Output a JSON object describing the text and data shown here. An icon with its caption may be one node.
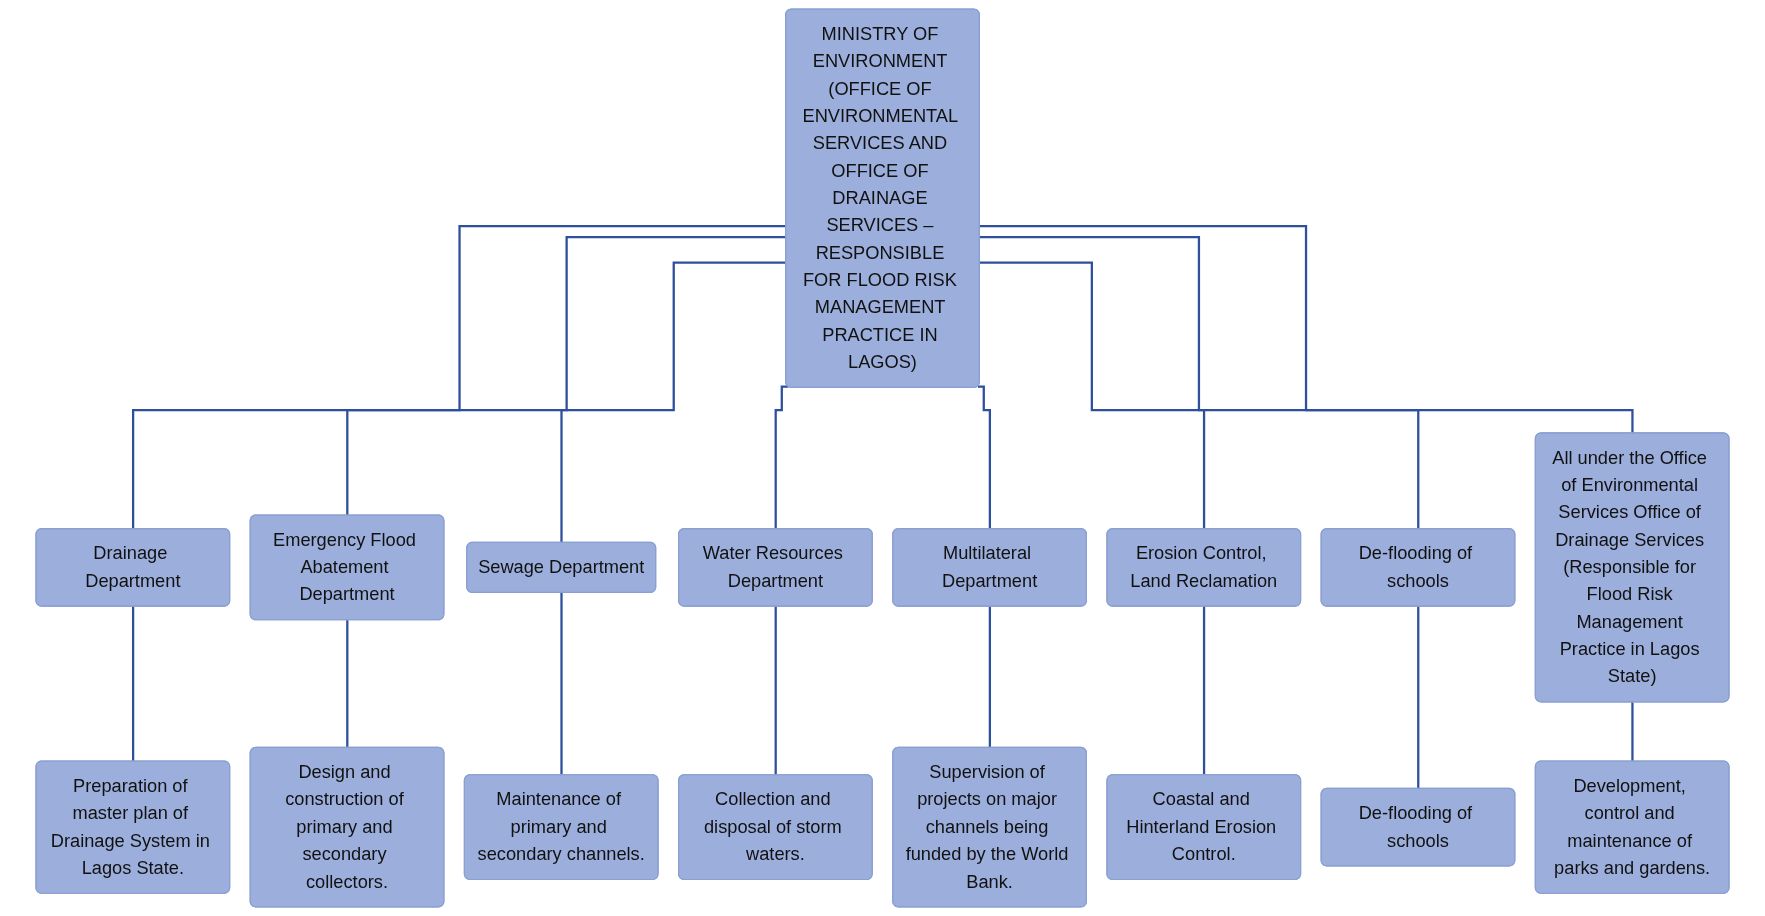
{
  "diagram": {
    "nodes": [
      {
        "text": [
          "MINISTRY OF ENVIRONMENT (OFFICE OF ENVIRONMENTAL SERVICES AND OFFICE OF DRAINAGE SERVICES – RESPONSIBLE FOR FLOOD RISK MANAGEMENT PRACTICE IN LAGOS)"
        ]
      },
      {
        "text": [
          "Drainage Department"
        ]
      },
      {
        "text": [
          "Emergency Flood Abatement Department"
        ]
      },
      {
        "text": [
          "Sewage Department"
        ]
      },
      {
        "text": [
          "Water Resources Department"
        ]
      },
      {
        "text": [
          "Multilateral Department"
        ]
      },
      {
        "text": [
          "Erosion Control, Land Reclamation"
        ]
      },
      {
        "text": [
          "De-flooding of schools"
        ]
      },
      {
        "text": [
          "All under the Office of Environmental Services Office of Drainage Services (Responsible for Flood Risk Management Practice in Lagos State)"
        ]
      },
      {
        "text": [
          "Preparation of master plan of Drainage System in Lagos State."
        ]
      },
      {
        "text": [
          "Design and construction of primary and secondary collectors."
        ]
      },
      {
        "text": [
          "Maintenance of primary and secondary channels."
        ]
      },
      {
        "text": [
          "Collection and disposal of storm waters."
        ]
      },
      {
        "text": [
          "Supervision of projects on major channels being funded by the World Bank."
        ]
      },
      {
        "text": [
          "Coastal and Hinterland Erosion Control."
        ]
      },
      {
        "text": [
          "De-flooding of schools"
        ]
      },
      {
        "text": [
          "Development, control and maintenance of parks and gardens."
        ]
      }
    ],
    "edges": [
      {
        "from": 0,
        "to": 1,
        "arrow": "none"
      },
      {
        "from": 0,
        "to": 2,
        "arrow": "none"
      },
      {
        "from": 0,
        "to": 3,
        "arrow": "none"
      },
      {
        "from": 0,
        "to": 4,
        "arrow": "none"
      },
      {
        "from": 0,
        "to": 5,
        "arrow": "none"
      },
      {
        "from": 0,
        "to": 6,
        "arrow": "none"
      },
      {
        "from": 0,
        "to": 7,
        "arrow": "none"
      },
      {
        "from": 0,
        "to": 8,
        "arrow": "none"
      },
      {
        "from": 1,
        "to": 9,
        "arrow": "none"
      },
      {
        "from": 2,
        "to": 10,
        "arrow": "none"
      },
      {
        "from": 3,
        "to": 11,
        "arrow": "none"
      },
      {
        "from": 4,
        "to": 12,
        "arrow": "none"
      },
      {
        "from": 5,
        "to": 13,
        "arrow": "none"
      },
      {
        "from": 6,
        "to": 14,
        "arrow": "none"
      },
      {
        "from": 7,
        "to": 15,
        "arrow": "none"
      },
      {
        "from": 8,
        "to": 16,
        "arrow": "none"
      }
    ]
  }
}
